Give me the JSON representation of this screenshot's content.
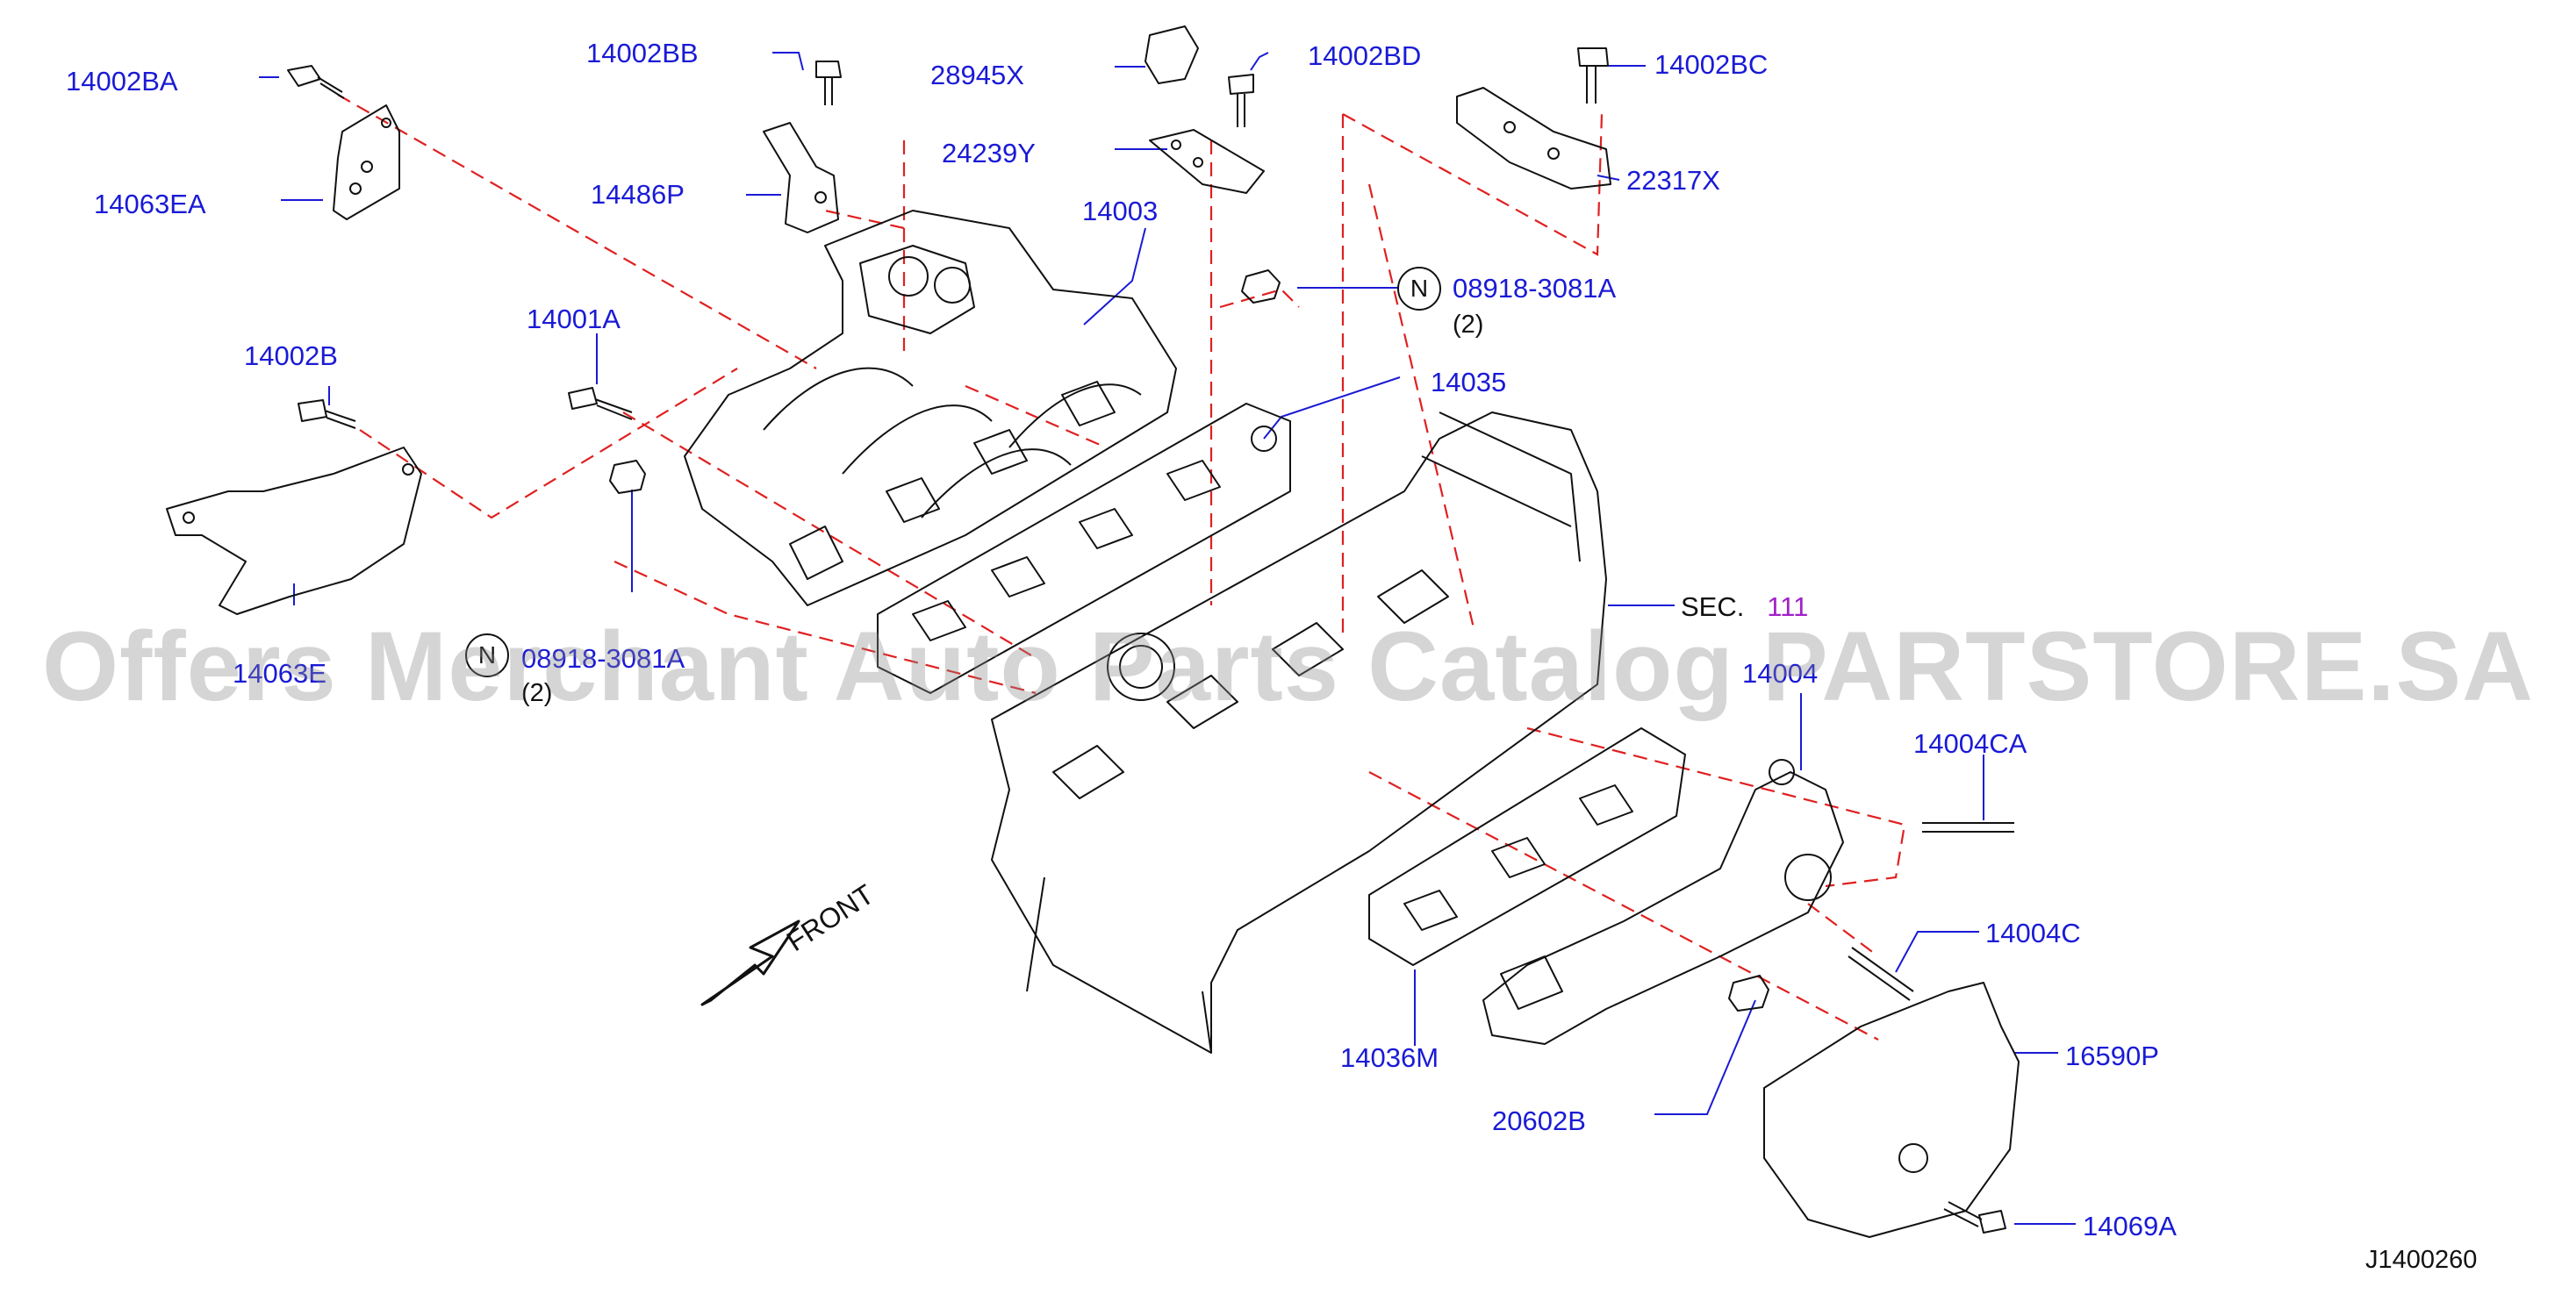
{
  "diagram_code": "J1400260",
  "watermark": "Offers Merchant Auto Parts Catalog PARTSTORE.SA",
  "front_label": "FRONT",
  "section_ref": {
    "prefix": "SEC.",
    "number": "111"
  },
  "parts": {
    "p14002BA": "14002BA",
    "p14063EA": "14063EA",
    "p14002BB": "14002BB",
    "p14486P": "14486P",
    "p28945X": "28945X",
    "p24239Y": "24239Y",
    "p14002BD": "14002BD",
    "p14002BC": "14002BC",
    "p22317X": "22317X",
    "p14003": "14003",
    "p08918_3081A": "08918-3081A",
    "p14001A": "14001A",
    "p14002B": "14002B",
    "p14035": "14035",
    "p14063E": "14063E",
    "p08918_3081A_2": "08918-3081A",
    "p14004": "14004",
    "p14004CA": "14004CA",
    "p14004C": "14004C",
    "p16590P": "16590P",
    "p14036M": "14036M",
    "p20602B": "20602B",
    "p14069A": "14069A"
  },
  "nut_marker": "N",
  "qty_note": "(2)",
  "colors": {
    "label": "#1a1ad6",
    "leader": "#1a1ad6",
    "phantom": "#e02020",
    "line_art": "#111111",
    "section": "#a020c8"
  }
}
